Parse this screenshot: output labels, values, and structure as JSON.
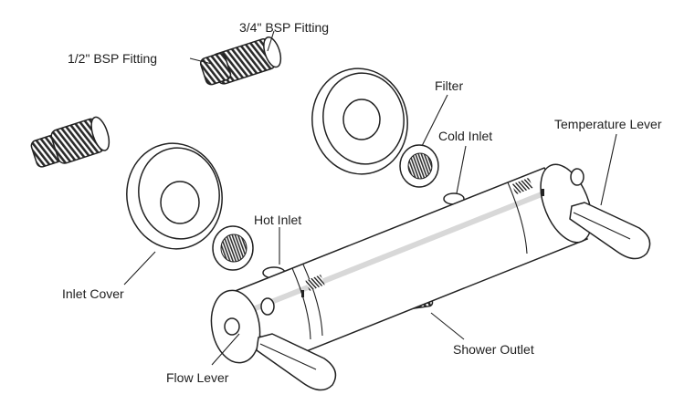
{
  "labels": {
    "fitting_half": "1/2\" BSP Fitting",
    "fitting_three_quarter": "3/4\" BSP Fitting",
    "filter": "Filter",
    "cold_inlet": "Cold Inlet",
    "temperature_lever": "Temperature Lever",
    "hot_inlet": "Hot Inlet",
    "inlet_cover": "Inlet Cover",
    "shower_outlet": "Shower Outlet",
    "flow_lever": "Flow Lever"
  },
  "colors": {
    "line": "#222222",
    "fill": "#ffffff",
    "shade": "#e6e6e6",
    "dark": "#333333"
  }
}
